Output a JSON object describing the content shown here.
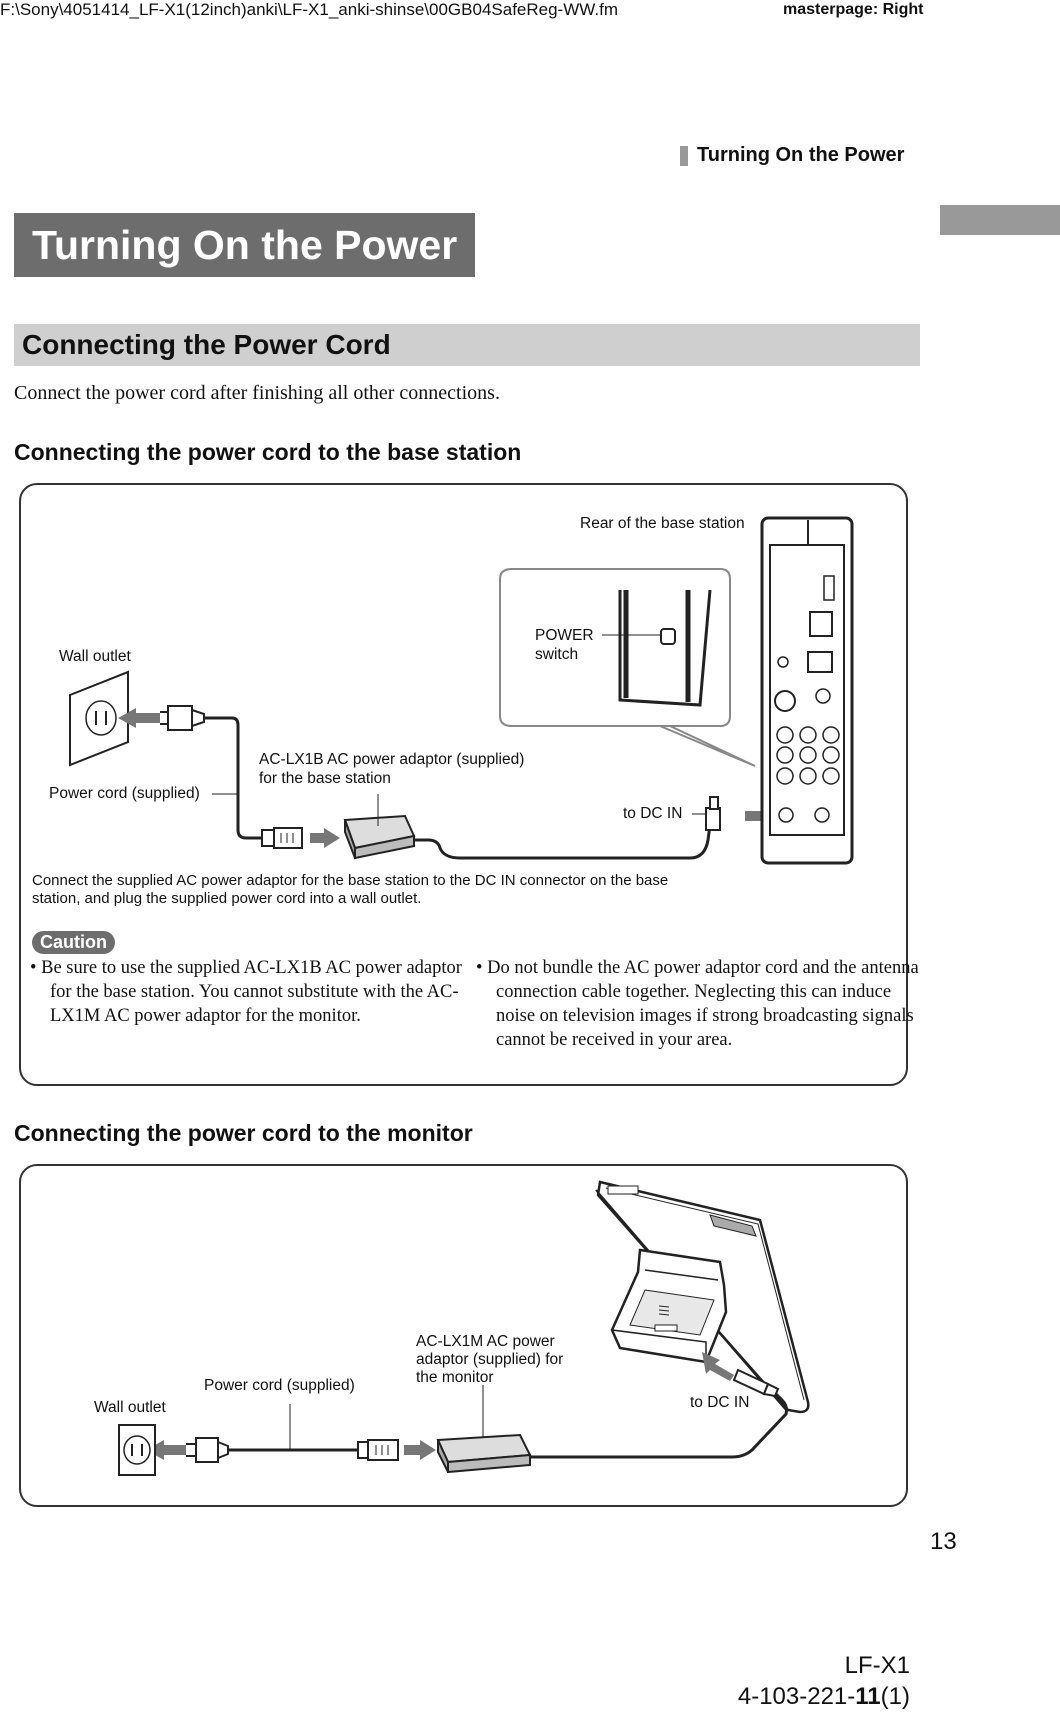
{
  "header": {
    "file_path": "F:\\Sony\\4051414_LF-X1(12inch)anki\\LF-X1_anki-shinse\\00GB04SafeReg-WW.fm",
    "masterpage": "masterpage: Right"
  },
  "running_head": "Turning On the Power",
  "title": "Turning On the Power",
  "section": {
    "title": "Connecting the Power Cord",
    "intro": "Connect the power cord after finishing all other connections."
  },
  "base_station": {
    "heading": "Connecting the power cord to the base station",
    "labels": {
      "rear": "Rear of the base station",
      "power_switch_1": "POWER",
      "power_switch_2": "switch",
      "wall_outlet": "Wall outlet",
      "adaptor_1": "AC-LX1B AC power adaptor (supplied)",
      "adaptor_2": "for the base station",
      "power_cord": "Power cord (supplied)",
      "dc_in": "to DC IN"
    },
    "instruction_1": "Connect the supplied AC power adaptor for the base station to the DC IN connector on the base",
    "instruction_2": "station, and plug the supplied power cord into a wall outlet.",
    "caution_label": "Caution",
    "caution_items": [
      "Be sure to use the supplied AC-LX1B AC power adaptor for the base station. You cannot substitute with the AC-LX1M AC power adaptor for the monitor.",
      "Do not bundle the AC power adaptor cord and the antenna connection cable together. Neglecting this can induce noise on television images if strong broadcasting signals cannot be received in your area."
    ]
  },
  "monitor": {
    "heading": "Connecting the power cord to the monitor",
    "labels": {
      "adaptor_1": "AC-LX1M AC power",
      "adaptor_2": "adaptor (supplied) for",
      "adaptor_3": "the monitor",
      "power_cord": "Power cord (supplied)",
      "wall_outlet": "Wall outlet",
      "dc_in": "to DC IN"
    }
  },
  "page_number": "13",
  "footer": {
    "model": "LF-X1",
    "code_prefix": "4-103-221-",
    "code_bold": "11",
    "code_suffix": "(1)"
  }
}
